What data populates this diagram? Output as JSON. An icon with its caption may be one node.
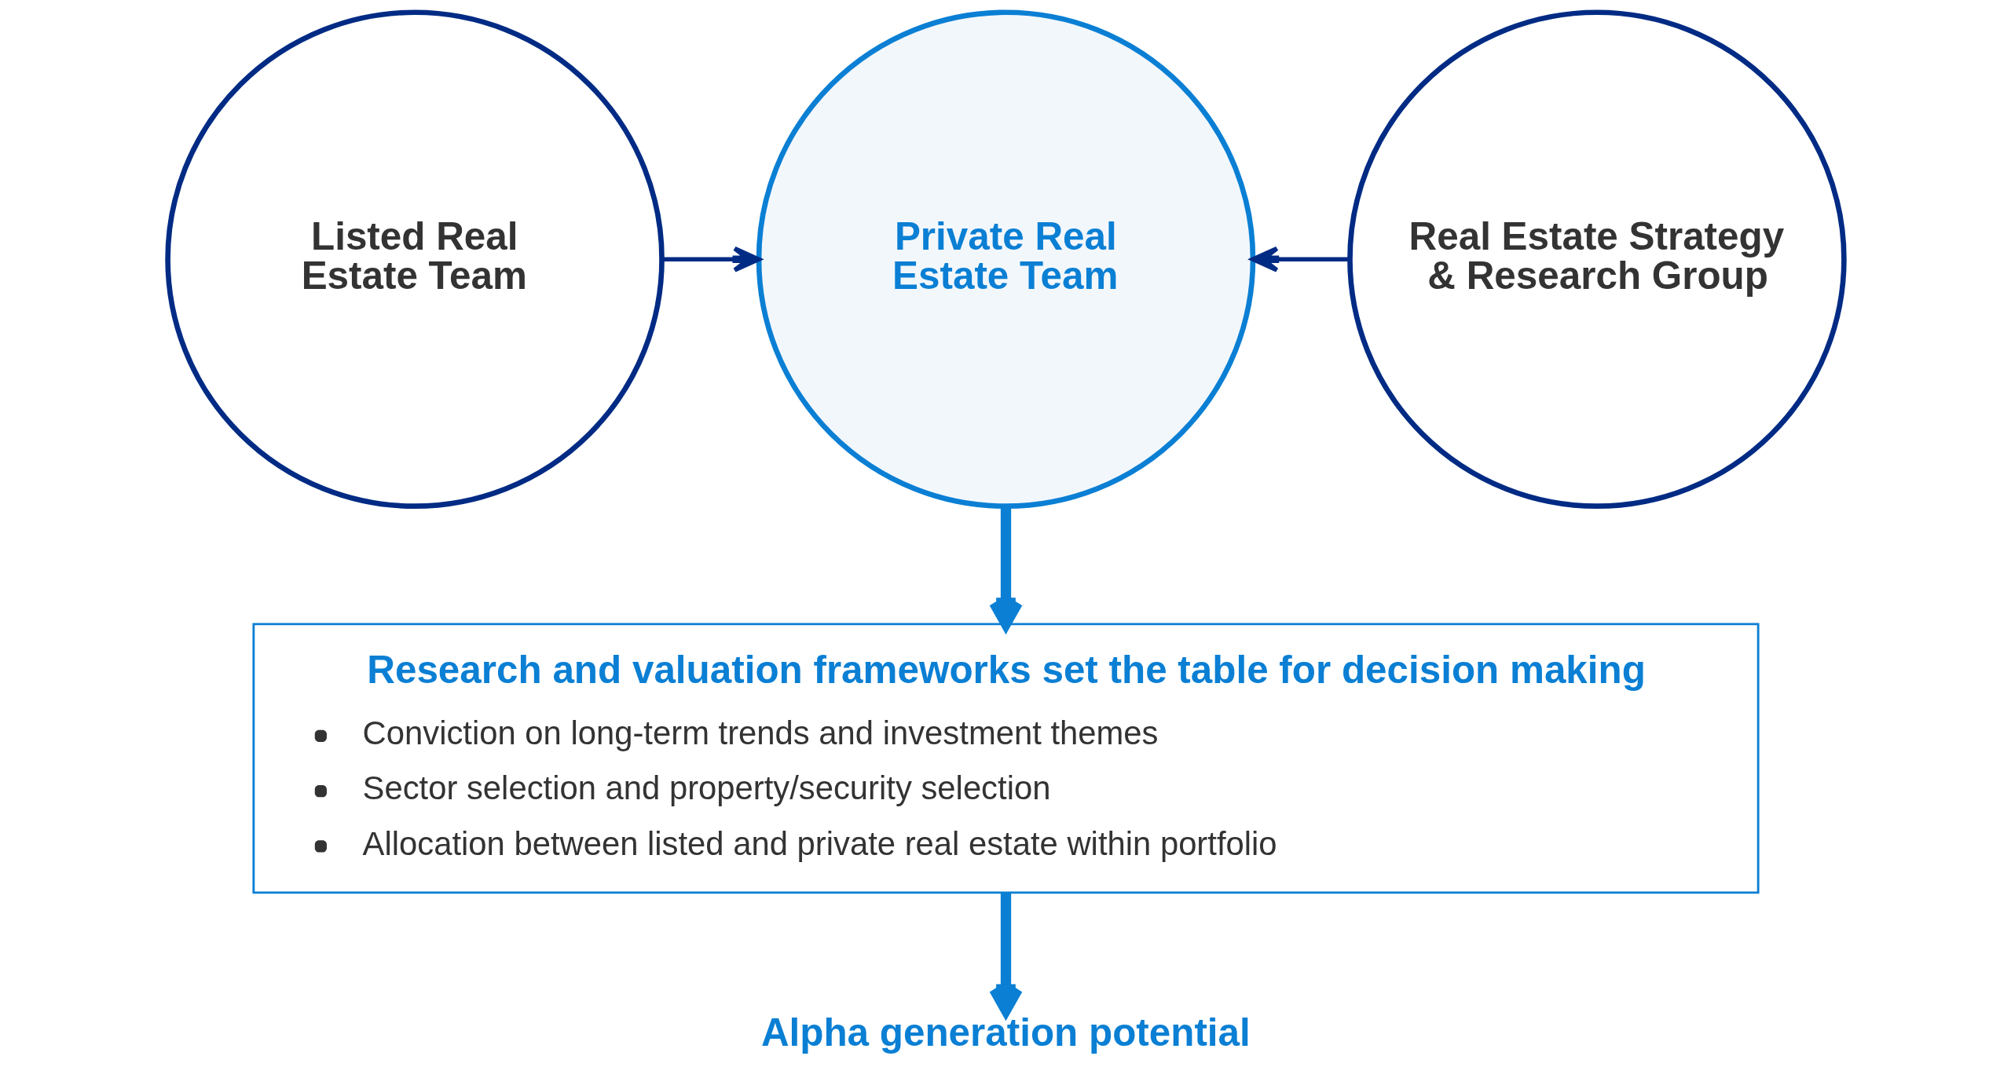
{
  "diagram": {
    "nodes": [
      {
        "text": [
          "Listed Real Estate Team"
        ]
      },
      {
        "text": [
          "Private Real Estate Team"
        ]
      },
      {
        "text": [
          "Real Estate Strategy & Research Group"
        ]
      },
      {
        "text": [
          "Research and valuation frameworks set the table for decision making",
          "Conviction on long-term trends and investment themes",
          "Sector selection and property/security selection",
          "Allocation between listed and private real estate within portfolio"
        ]
      },
      {
        "text": [
          "Alpha generation potential"
        ]
      }
    ],
    "edges": [
      {
        "from": 0,
        "to": 1,
        "arrow": "to",
        "color": "#002b84"
      },
      {
        "from": 2,
        "to": 1,
        "arrow": "to",
        "color": "#002b84"
      },
      {
        "from": 1,
        "to": 3,
        "arrow": "to",
        "style": "thick",
        "color": "#0a7fd4"
      },
      {
        "from": 3,
        "to": 4,
        "arrow": "to",
        "style": "thick",
        "color": "#0a7fd4"
      }
    ]
  }
}
